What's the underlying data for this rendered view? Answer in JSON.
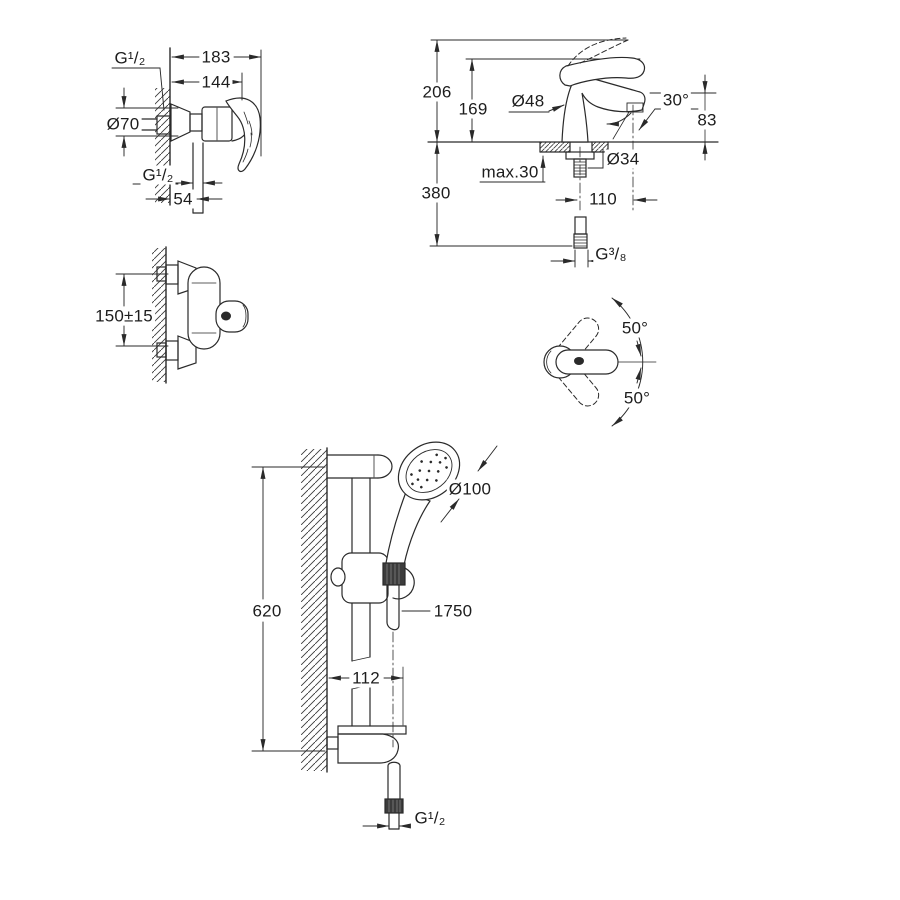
{
  "page": {
    "background": "#ffffff",
    "line_color": "#2a2a2a",
    "description": "GROHE mixer set technical dimension drawing"
  },
  "drawings": {
    "shower_mixer_front": {
      "dims": {
        "thread_top": "G¹/₂",
        "depth_total": "183",
        "depth_body": "144",
        "rosette_dia": "Ø70",
        "thread_bottom": "G¹/₂",
        "outlet_offset": "54"
      }
    },
    "basin_faucet_side": {
      "dims": {
        "height_total": "206",
        "height_to_lever": "169",
        "body_dia": "Ø48",
        "aerator_angle": "30°",
        "spout_height": "83",
        "deck_thickness_max": "max.30",
        "hole_dia": "Ø34",
        "supply_length": "380",
        "spout_projection": "110",
        "supply_thread": "G³/₈"
      }
    },
    "shower_mixer_top": {
      "dims": {
        "inlet_centers": "150±15"
      }
    },
    "handle_swing": {
      "dims": {
        "angle_up": "50°",
        "angle_down": "50°"
      }
    },
    "shower_rail_set": {
      "dims": {
        "head_dia": "Ø100",
        "rail_height": "620",
        "hose_length": "1750",
        "wall_offset": "112",
        "hose_thread": "G¹/₂"
      }
    }
  }
}
